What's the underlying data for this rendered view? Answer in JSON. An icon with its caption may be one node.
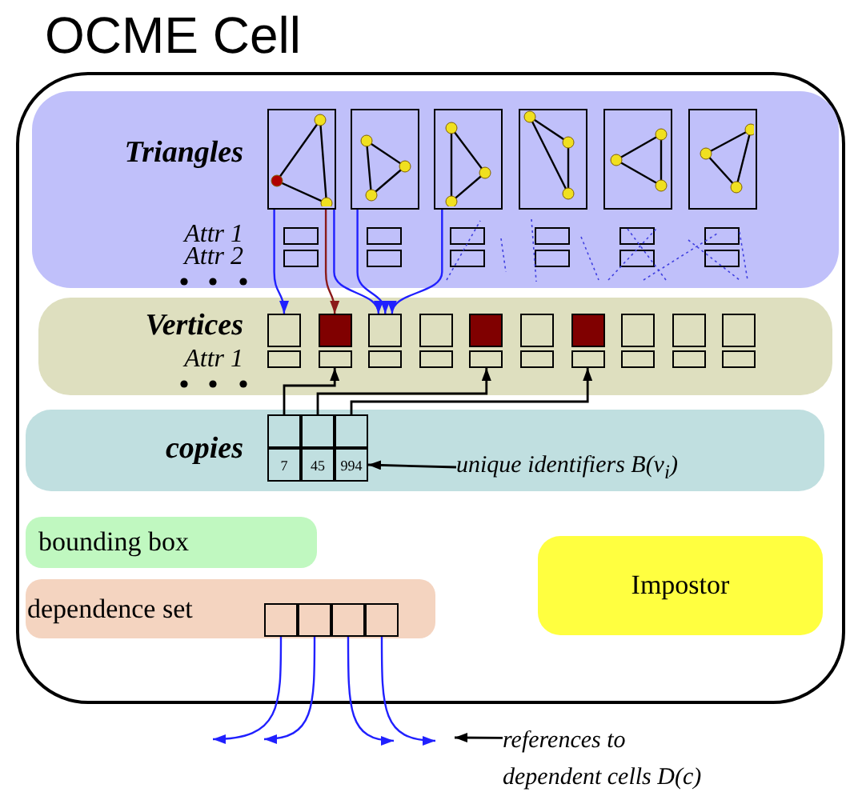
{
  "diagram": {
    "nodes": [
      {
        "text": [
          "OCME Cell"
        ]
      },
      {
        "text": [
          "Triangles",
          "Attr 1",
          "Attr 2"
        ],
        "in": 0
      },
      {
        "text": [],
        "shape": "picture",
        "in": 1
      },
      {
        "text": [],
        "shape": "picture",
        "in": 1
      },
      {
        "text": [],
        "shape": "picture",
        "in": 1
      },
      {
        "text": [],
        "shape": "picture",
        "in": 1
      },
      {
        "text": [],
        "shape": "picture",
        "in": 1
      },
      {
        "text": [],
        "shape": "picture",
        "in": 1
      },
      {
        "text": [
          "Vertices",
          "Attr 1"
        ],
        "in": 0
      },
      {
        "text": [],
        "shape": "box",
        "in": 8
      },
      {
        "text": [],
        "shape": "box",
        "in": 8
      },
      {
        "text": [],
        "shape": "box",
        "in": 8
      },
      {
        "text": [],
        "shape": "box",
        "in": 8
      },
      {
        "text": [],
        "shape": "box",
        "in": 8
      },
      {
        "text": [],
        "shape": "box",
        "in": 8
      },
      {
        "text": [],
        "shape": "box",
        "in": 8
      },
      {
        "text": [],
        "shape": "box",
        "in": 8
      },
      {
        "text": [],
        "shape": "box",
        "in": 8
      },
      {
        "text": [],
        "shape": "box",
        "in": 8
      },
      {
        "text": [],
        "shape": "box",
        "in": 8
      },
      {
        "text": [],
        "shape": "box",
        "in": 8
      },
      {
        "text": [],
        "shape": "box",
        "in": 8
      },
      {
        "text": [],
        "shape": "box",
        "in": 8
      },
      {
        "text": [],
        "shape": "box",
        "in": 8
      },
      {
        "text": [],
        "shape": "box",
        "in": 8
      },
      {
        "text": [],
        "shape": "box",
        "in": 8
      },
      {
        "text": [],
        "shape": "box",
        "in": 8
      },
      {
        "text": [],
        "shape": "box",
        "in": 8
      },
      {
        "text": [],
        "shape": "box",
        "in": 8
      },
      {
        "text": [
          "copies"
        ],
        "in": 0
      },
      {
        "text": [],
        "shape": "box",
        "in": 29
      },
      {
        "text": [],
        "shape": "box",
        "in": 29
      },
      {
        "text": [],
        "shape": "box",
        "in": 29
      },
      {
        "text": [
          "7"
        ],
        "in": 29
      },
      {
        "text": [
          "45"
        ],
        "in": 29
      },
      {
        "text": [
          "994"
        ],
        "in": 29
      },
      {
        "text": [
          "bounding box"
        ],
        "in": 0
      },
      {
        "text": [
          "dependence set"
        ],
        "in": 0
      },
      {
        "text": [],
        "shape": "box",
        "in": 37
      },
      {
        "text": [],
        "shape": "box",
        "in": 37
      },
      {
        "text": [],
        "shape": "box",
        "in": 37
      },
      {
        "text": [],
        "shape": "box",
        "in": 37
      },
      {
        "text": [
          "Impostor"
        ],
        "in": 0
      },
      {
        "text": [
          "unique identifiers B(v$_{i}$)"
        ],
        "in": 29
      },
      {
        "text": [
          "references to dependent cells D(c)"
        ]
      },
      {
        "text": [],
        "shape": "box",
        "in": 1
      },
      {
        "text": [],
        "shape": "box",
        "in": 1
      },
      {
        "text": [],
        "shape": "box",
        "in": 1
      },
      {
        "text": [],
        "shape": "box",
        "in": 1
      },
      {
        "text": [],
        "shape": "box",
        "in": 1
      },
      {
        "text": [],
        "shape": "box",
        "in": 1
      },
      {
        "text": [],
        "shape": "box",
        "in": 1
      },
      {
        "text": [],
        "shape": "box",
        "in": 1
      },
      {
        "text": [],
        "shape": "box",
        "in": 1
      },
      {
        "text": [],
        "shape": "box",
        "in": 1
      },
      {
        "text": [],
        "shape": "box",
        "in": 1
      },
      {
        "text": [],
        "shape": "box",
        "in": 1
      }
    ],
    "edges": [
      {
        "from": 2,
        "to": 9,
        "arrow": "to"
      },
      {
        "from": 2,
        "to": 10,
        "arrow": "to",
        "color": "#8b1a1a"
      },
      {
        "from": 2,
        "to": 11,
        "arrow": "to"
      },
      {
        "from": 3,
        "to": 11,
        "arrow": "to"
      },
      {
        "from": 4,
        "to": 11,
        "arrow": "to"
      },
      {
        "from": 30,
        "to": 20,
        "arrow": "to",
        "color": "#000000"
      },
      {
        "from": 31,
        "to": 23,
        "arrow": "to",
        "color": "#000000"
      },
      {
        "from": 32,
        "to": 25,
        "arrow": "to",
        "color": "#000000"
      },
      {
        "from": 43,
        "to": 35,
        "arrow": "to",
        "color": "#000000"
      },
      {
        "from": 38,
        "to": null,
        "arrow": "to"
      },
      {
        "from": 39,
        "to": null,
        "arrow": "to"
      },
      {
        "from": 40,
        "to": null,
        "arrow": "to"
      },
      {
        "from": 41,
        "to": null,
        "arrow": "to"
      },
      {
        "from": 44,
        "to": null,
        "arrow": "to",
        "color": "#000000"
      }
    ]
  }
}
